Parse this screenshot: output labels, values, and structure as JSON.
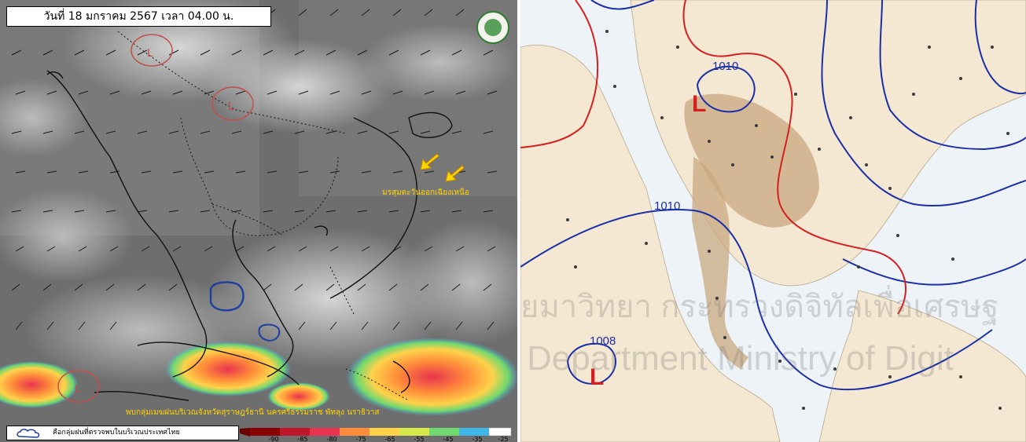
{
  "left_map": {
    "date_time": "วันที่ 18 มกราคม 2567 เวลา 04.00 น.",
    "monsoon_label": "มรสุมตะวันออกเฉียงเหนือ",
    "rain_caption": "พบกลุ่มเมฆฝนบริเวณจังหวัดสุราษฎร์ธานี นครศรีธรรมราช พัทลุง นราธิวาส",
    "legend_text": "คือกลุ่มฝนที่ตรวจพบในบริเวณประเทศไทย",
    "low_marker": "L",
    "temperature_scale": [
      "-90",
      "-85",
      "-80",
      "-75",
      "-65",
      "-55",
      "-45",
      "-35",
      "-25"
    ],
    "scale_colors": [
      "#8b0000",
      "#c0162c",
      "#e8344e",
      "#ff8c3a",
      "#ffd24a",
      "#d6e84a",
      "#6fd86f",
      "#3fb6e8",
      "#ffffff"
    ],
    "colors": {
      "low_circle": "#c0504d",
      "monsoon_arrow": "#ffd400",
      "rain_outline": "#1f3f9f"
    }
  },
  "right_map": {
    "isobars": [
      {
        "label": "1010"
      },
      {
        "label": "1010"
      },
      {
        "label": "1008"
      }
    ],
    "low_marker": "L",
    "watermark_thai": "ยมาวิทยา กระทรวงดิจิทัลเพื่อเศรษฐ",
    "watermark_english": "Department Ministry of Digit",
    "colors": {
      "isobar_blue": "#1a2ea8",
      "front_red": "#d42020",
      "land": "#f4e8d2",
      "land_shaded": "#c9a880",
      "sea": "#eef3f8"
    }
  }
}
